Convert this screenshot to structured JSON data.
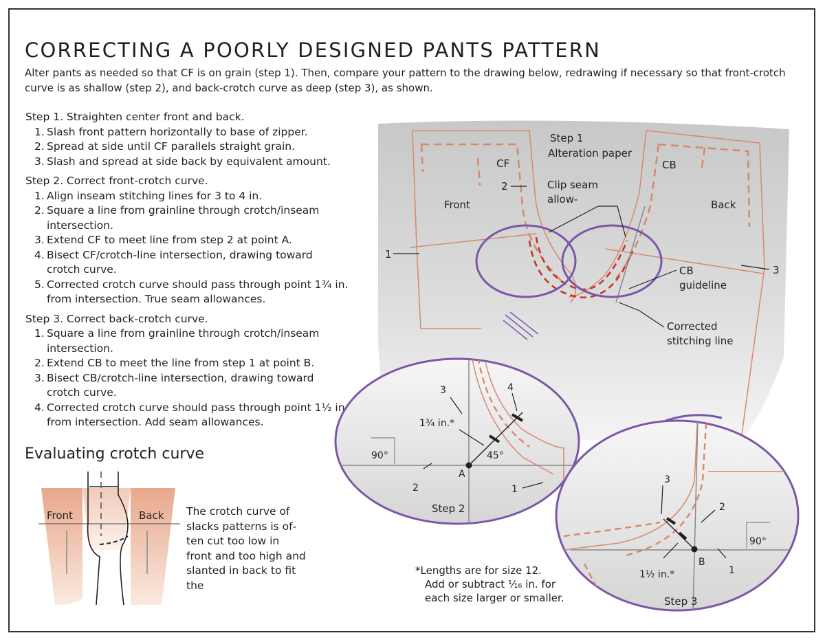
{
  "title": "CORRECTING A POORLY DESIGNED PANTS PATTERN",
  "intro": "Alter pants as needed so that CF is on grain (step 1). Then, compare your pattern to the drawing below, redrawing if necessary so that front-crotch curve is as shallow (step 2), and back-crotch curve as deep (step 3), as shown.",
  "steps": [
    {
      "heading": "Step 1. Straighten center front and back.",
      "items": [
        {
          "n": "1.",
          "text": "Slash front pattern horizontally to base of zipper."
        },
        {
          "n": "2.",
          "text": "Spread at side until CF parallels straight grain."
        },
        {
          "n": "3.",
          "text": "Slash and spread at side back by equivalent amount."
        }
      ]
    },
    {
      "heading": "Step 2. Correct front-crotch curve.",
      "items": [
        {
          "n": "1.",
          "text": "Align inseam stitching lines for 3 to 4 in."
        },
        {
          "n": "2.",
          "text": "Square a line from grainline through crotch/inseam intersection."
        },
        {
          "n": "3.",
          "text": "Extend CF to meet line from step 2 at point A."
        },
        {
          "n": "4.",
          "text": "Bisect CF/crotch-line intersection, drawing toward crotch curve."
        },
        {
          "n": "5.",
          "text": "Corrected crotch curve should pass through point 1¾ in. from intersection. True seam allowances."
        }
      ]
    },
    {
      "heading": "Step 3. Correct back-crotch curve.",
      "items": [
        {
          "n": "1.",
          "text": "Square a line from grainline through crotch/inseam intersection."
        },
        {
          "n": "2.",
          "text": "Extend CB to meet the line from step 1 at point B."
        },
        {
          "n": "3.",
          "text": "Bisect CB/crotch-line intersection, drawing toward crotch curve."
        },
        {
          "n": "4.",
          "text": "Corrected crotch curve should pass through point 1½ in. from intersection. Add seam allowances."
        }
      ]
    }
  ],
  "evaluating": {
    "title": "Evaluating crotch curve",
    "front_label": "Front",
    "back_label": "Back",
    "text": "The crotch curve of slacks patterns is of­ten cut too low in front and too high and slanted in back to fit the"
  },
  "diagram": {
    "step1": "Step 1",
    "alteration_paper": "Alteration paper",
    "cf": "CF",
    "cb": "CB",
    "front": "Front",
    "back": "Back",
    "clip_seam_1": "Clip seam",
    "clip_seam_2": "allow-",
    "cb_guideline_1": "CB",
    "cb_guideline_2": "guideline",
    "corrected_1": "Corrected",
    "corrected_2": "stitching line",
    "num_1": "1",
    "num_2": "2",
    "num_3": "3",
    "step2_label": "Step 2",
    "step2_90": "90°",
    "step2_45": "45°",
    "step2_measure": "1¾ in.*",
    "step2_point": "A",
    "step2_n1": "1",
    "step2_n2": "2",
    "step2_n3": "3",
    "step2_n4": "4",
    "step3_label": "Step 3",
    "step3_90": "90°",
    "step3_measure": "1½ in.*",
    "step3_point": "B",
    "step3_n1": "1",
    "step3_n2": "2",
    "step3_n3": "3"
  },
  "footnote": {
    "line1": "*Lengths are for size 12.",
    "line2": "Add or subtract ¹⁄₁₆ in. for",
    "line3": "each size larger or smaller."
  },
  "colors": {
    "pattern_line": "#d9876a",
    "stitch_line": "#c0392b",
    "circle": "#7b57a8",
    "gray_paper": "#cfcfcf",
    "skin": "#eab298"
  }
}
